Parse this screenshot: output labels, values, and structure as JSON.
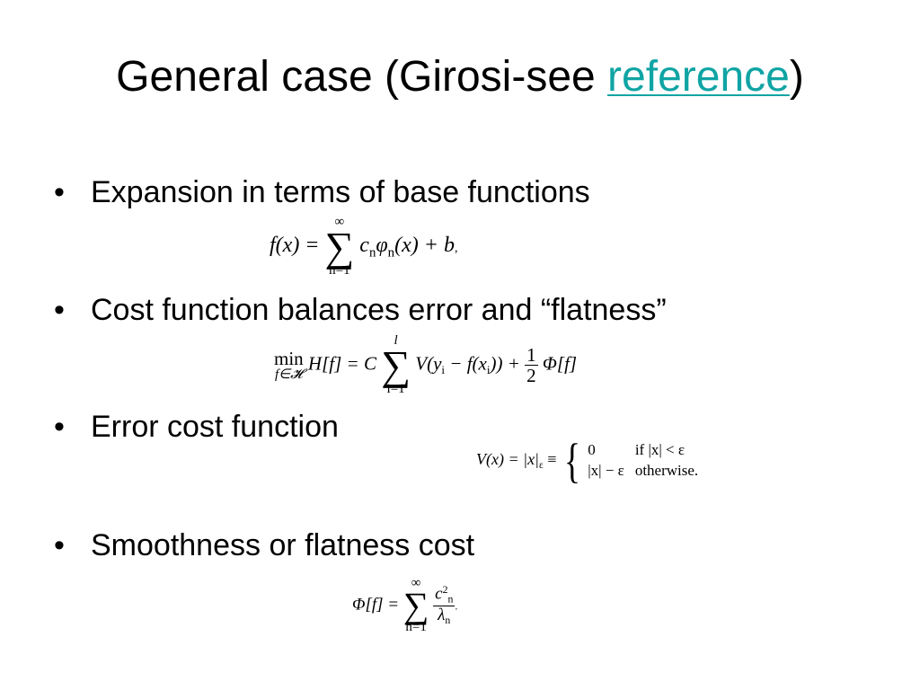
{
  "title": {
    "prefix": "General case (Girosi-see ",
    "link": "reference",
    "suffix": ")"
  },
  "bullets": [
    {
      "marker": "•",
      "text": "Expansion in terms of base functions"
    },
    {
      "marker": "•",
      "text": "Cost function balances error and “flatness”"
    },
    {
      "marker": "•",
      "text": "Error cost function"
    },
    {
      "marker": "•",
      "text": "Smoothness or flatness cost"
    }
  ],
  "formulas": {
    "expansion": {
      "lhs": "f(x) =",
      "sum_upper": "∞",
      "sum_lower": "n=1",
      "body_c": "c",
      "body_c_sub": "n",
      "body_phi": "φ",
      "body_phi_sub": "n",
      "body_arg": "(x) + b",
      "tail": ","
    },
    "cost": {
      "min": "min",
      "min_sub": "f∈𝓗",
      "lhs": "H[f] = C",
      "sum_upper": "l",
      "sum_lower": "i=1",
      "body": "V(y",
      "body_sub": "i",
      "body_mid": " − f(x",
      "body_mid_sub": "i",
      "body_end": ")) +",
      "frac_num": "1",
      "frac_den": "2",
      "tail": "Φ[f]"
    },
    "error": {
      "lhs": "V(x) = |x|",
      "lhs_sub": "ε",
      "equiv": "≡",
      "case1_val": "0",
      "case1_cond": "if |x| < ε",
      "case2_val": "|x| − ε",
      "case2_cond": "otherwise."
    },
    "flatness": {
      "lhs": "Φ[f] =",
      "sum_upper": "∞",
      "sum_lower": "n=1",
      "num": "c",
      "num_sup": "2",
      "num_sub": "n",
      "den": "λ",
      "den_sub": "n",
      "tail": "."
    }
  },
  "colors": {
    "link": "#10a4a4",
    "text": "#000000",
    "background": "#ffffff"
  }
}
